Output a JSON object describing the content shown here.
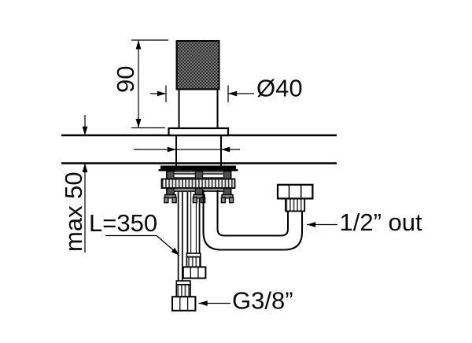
{
  "drawing": {
    "labels": {
      "height": "90",
      "diameter": "Ø40",
      "max_depth": "max 50",
      "hose_length": "L=350",
      "outlet": "1/2” out",
      "inlet": "G3/8”"
    }
  }
}
